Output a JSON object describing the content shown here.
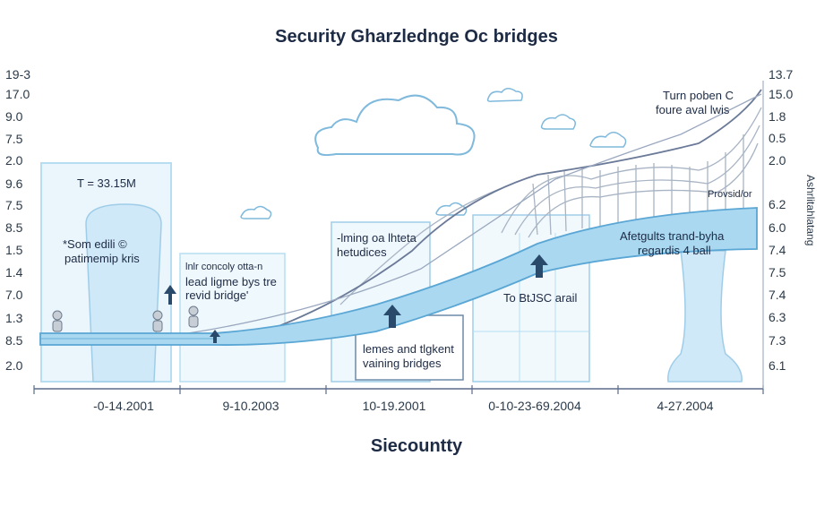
{
  "title": "Security Gharzledngе Oc bridges",
  "footer": "Siecountty",
  "y_left_ticks": [
    "19-3",
    "17.0",
    "9.0",
    "7.5",
    "2.0",
    "9.6",
    "7.5",
    "8.5",
    "1.5",
    "1.4",
    "7.0",
    "1.3",
    "8.5",
    "2.0"
  ],
  "y_right_ticks": [
    "13.7",
    "15.0",
    "1.8",
    "0.5",
    "2.0",
    "6.2",
    "6.0",
    "7.4",
    "7.5",
    "7.4",
    "6.3",
    "7.3",
    "6.1"
  ],
  "right_axis_label": "Ashrlitahlatang",
  "x_ticks": [
    "-0-14.2001",
    "9-10.2003",
    "10-19.2001",
    "0-10-23-69.2004",
    "4-27.2004"
  ],
  "annotations": {
    "t_value": "T = 33.15M",
    "left_panel": [
      "*Som edili ©",
      "patimemip kris"
    ],
    "center_left": [
      "lnlr concoly otta-n",
      "lead ligme bys tre",
      "revid bridge'"
    ],
    "center_top": [
      "-lming oa lhteta",
      "hetudices"
    ],
    "center_box": [
      "lemes and tlgkent",
      "vaining bridges"
    ],
    "right_mid": [
      "Afetgults trand-byha",
      "regardis 4 ball"
    ],
    "to_label": "To BtJSC arail",
    "top_right": [
      "Turn poben C",
      "foure aval lwis"
    ],
    "small_right": "Provsid/or"
  },
  "colors": {
    "bridge_fill": "#a9d8f0",
    "line": "#5b6b8a",
    "accent": "#1d3a5c",
    "panel": "#d6ecfa"
  }
}
